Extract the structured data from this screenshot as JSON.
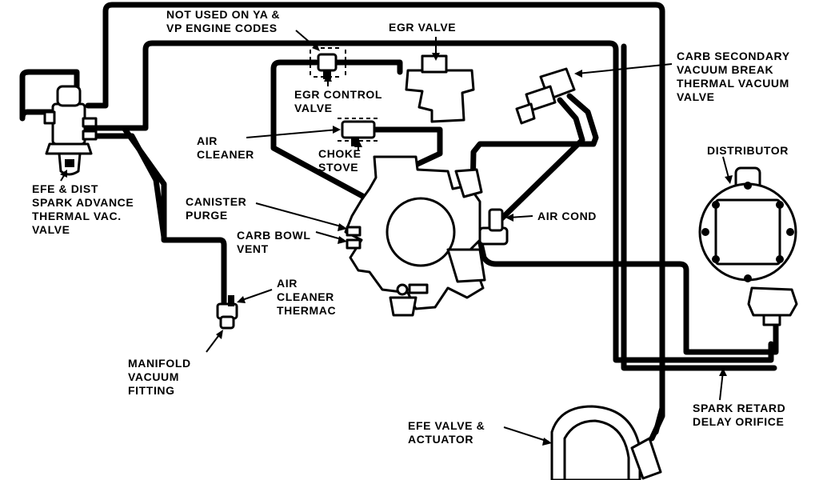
{
  "labels": {
    "not_used": [
      "NOT USED ON YA &",
      "VP ENGINE CODES"
    ],
    "egr_valve": [
      "EGR VALVE"
    ],
    "egr_control_valve": [
      "EGR CONTROL",
      "VALVE"
    ],
    "carb_secondary": [
      "CARB SECONDARY",
      "VACUUM BREAK",
      "THERMAL VACUUM",
      "VALVE"
    ],
    "air_cleaner": [
      "AIR",
      "CLEANER"
    ],
    "choke_stove": [
      "CHOKE",
      "STOVE"
    ],
    "distributor": [
      "DISTRIBUTOR"
    ],
    "efe_dist": [
      "EFE & DIST",
      "SPARK ADVANCE",
      "THERMAL VAC.",
      "VALVE"
    ],
    "canister_purge": [
      "CANISTER",
      "PURGE"
    ],
    "air_cond": [
      "AIR COND"
    ],
    "carb_bowl_vent": [
      "CARB BOWL",
      "VENT"
    ],
    "air_cleaner_thermac": [
      "AIR",
      "CLEANER",
      "THERMAC"
    ],
    "manifold_vacuum_fitting": [
      "MANIFOLD",
      "VACUUM",
      "FITTING"
    ],
    "spark_retard": [
      "SPARK RETARD",
      "DELAY ORIFICE"
    ],
    "efe_valve_actuator": [
      "EFE VALVE &",
      "ACTUATOR"
    ]
  },
  "colors": {
    "ink": "#000000",
    "paper": "#ffffff"
  }
}
